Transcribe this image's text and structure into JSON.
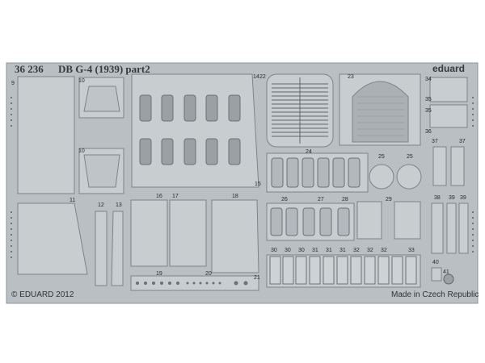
{
  "header": {
    "set_number": "36 236",
    "set_title": "DB G-4 (1939) part2",
    "brand": "eduard"
  },
  "footer": {
    "copyright": "© EDUARD 2012",
    "origin": "Made in Czech Republic"
  },
  "part_numbers": {
    "p9": "9",
    "p10a": "10",
    "p10b": "10",
    "p11": "11",
    "p12": "12",
    "p13": "13",
    "p14": "14",
    "p15": "15",
    "p16": "16",
    "p17": "17",
    "p18": "18",
    "p19": "19",
    "p20": "20",
    "p21": "21",
    "p22": "22",
    "p23": "23",
    "p24": "24",
    "p25a": "25",
    "p25b": "25",
    "p26": "26",
    "p27": "27",
    "p28": "28",
    "p29": "29",
    "p30a": "30",
    "p30b": "30",
    "p30c": "30",
    "p31a": "31",
    "p31b": "31",
    "p31c": "31",
    "p32a": "32",
    "p32b": "32",
    "p32c": "32",
    "p33": "33",
    "p34": "34",
    "p35a": "35",
    "p35b": "35",
    "p36": "36",
    "p37a": "37",
    "p37b": "37",
    "p38": "38",
    "p39a": "39",
    "p39b": "39",
    "p40": "40",
    "p41": "41"
  },
  "colors": {
    "fret": "#b9bfc3",
    "fret_edge": "#8e9499",
    "part": "#c8cdd0",
    "etch_line": "#7d8489",
    "dark": "#6b7176"
  }
}
